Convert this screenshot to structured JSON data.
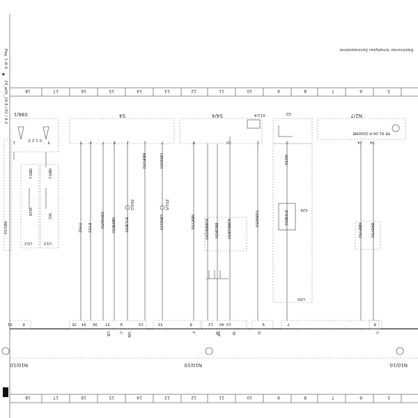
{
  "header": {
    "page_text": "Pag. 1 di 6",
    "doc_title": "Elektrischer Schaltplan Zentralelektrik",
    "side_code": "10_w01_1ß-9 / 01 / 9 2"
  },
  "ruler": {
    "numbers": [
      "18",
      "17",
      "16",
      "15",
      "14",
      "13",
      "12",
      "11",
      "10",
      "9",
      "8",
      "7",
      "6",
      "5"
    ]
  },
  "components": [
    {
      "id": "S98/1",
      "label": "S98/1",
      "pins": "0 1 2 3"
    },
    {
      "id": "S4",
      "label": "S4"
    },
    {
      "id": "S4/4",
      "label": "S4/4"
    },
    {
      "id": "X11/4",
      "label": "X11/4"
    },
    {
      "id": "G2",
      "label": "G2"
    },
    {
      "id": "N2/7",
      "label": "N2/7",
      "part": "PE 91.00-P-2000ME"
    },
    {
      "id": "U12",
      "label": "U12"
    },
    {
      "id": "U13",
      "label": "U13"
    },
    {
      "id": "U30",
      "label": "U30"
    },
    {
      "id": "Z60/2",
      "label": "Z60/2"
    },
    {
      "id": "Z52/5",
      "label": "Z52/5"
    },
    {
      "id": "X26",
      "label": "X26"
    },
    {
      "id": "W26",
      "label": "W26"
    },
    {
      "id": "W2",
      "label": "W2"
    }
  ],
  "wires": [
    {
      "id": "w1",
      "label": "NB51"
    },
    {
      "id": "w2",
      "label": "NB51"
    },
    {
      "id": "w3",
      "label": "RBU50"
    },
    {
      "id": "w4",
      "label": "TY50"
    },
    {
      "id": "w5",
      "label": "EY50"
    },
    {
      "id": "w6",
      "label": "DRHW50"
    },
    {
      "id": "w7",
      "label": "NBHB50"
    },
    {
      "id": "w8",
      "label": "EYUB50"
    },
    {
      "id": "w9",
      "label": "BBEO50"
    },
    {
      "id": "w10",
      "label": "LBNG50"
    },
    {
      "id": "w11",
      "label": "LBNG50"
    },
    {
      "id": "w12",
      "label": "NBEY50"
    },
    {
      "id": "w13",
      "label": "60BBNG50"
    },
    {
      "id": "w14",
      "label": "BBGR50"
    },
    {
      "id": "w15",
      "label": "60BBGR50"
    },
    {
      "id": "w16",
      "label": "YGHW50"
    },
    {
      "id": "w17",
      "label": "NG50"
    },
    {
      "id": "w18",
      "label": "EYHB50"
    },
    {
      "id": "w19",
      "label": "NBEY50"
    },
    {
      "id": "w20",
      "label": "BREY50"
    }
  ],
  "pins": [
    "3",
    "1",
    "5",
    "4",
    "7",
    "8",
    "2",
    "1",
    "7",
    "8",
    "10",
    "1",
    "2",
    "24",
    "34"
  ],
  "bottom_pins": [
    "31",
    "8",
    "35",
    "34",
    "36",
    "37",
    "9",
    "10",
    "33",
    "8",
    "12",
    "40",
    "10",
    "9",
    "7",
    "8"
  ],
  "bottom_labels": [
    "F",
    "N",
    "C",
    "D",
    "W",
    "HF",
    "LB",
    "C",
    "GN"
  ],
  "connector_label": "N10/10"
}
